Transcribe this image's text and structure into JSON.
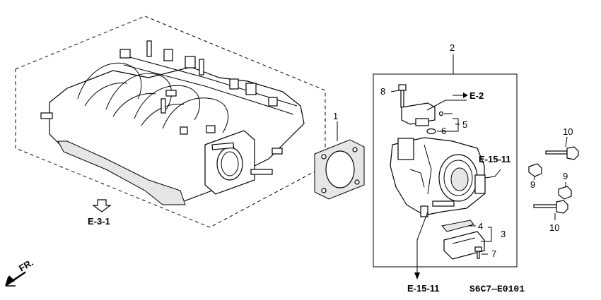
{
  "labels": {
    "p1": "1",
    "p2": "2",
    "p3": "3",
    "p4": "4",
    "p5": "5",
    "p6": "6",
    "p7": "7",
    "p8": "8",
    "p9a": "9",
    "p9b": "9",
    "p10a": "10",
    "p10b": "10"
  },
  "refs": {
    "e2": "E-2",
    "e1511a": "E-15-11",
    "e1511b": "E-15-11",
    "e31": "E-3-1"
  },
  "direction_label": "FR.",
  "diagram_code": "S6C7—E0101"
}
